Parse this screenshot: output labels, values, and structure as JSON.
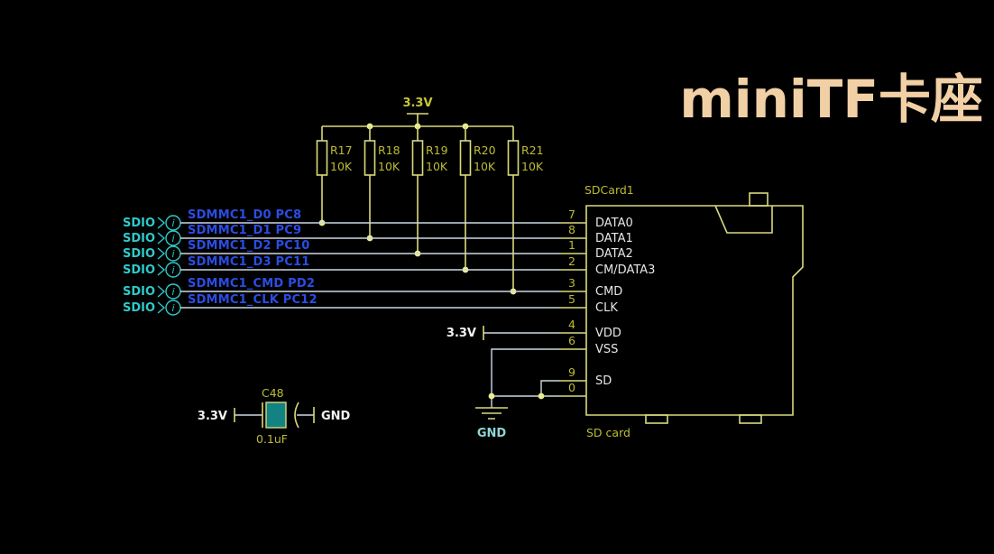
{
  "title": "miniTF卡座",
  "port_symbol": "i",
  "colors": {
    "background": "#000000",
    "component_yellow": "#dada7c",
    "net_label_blue": "#2b4de2",
    "port_teal": "#2fc9c9",
    "designator_olive": "#bcbc34",
    "title_wheat": "#f2d0a6"
  },
  "power": {
    "rail_label": "3.3V",
    "vdd_label": "3.3V",
    "gnd_label": "GND"
  },
  "resistors": [
    {
      "ref": "R17",
      "value": "10K"
    },
    {
      "ref": "R18",
      "value": "10K"
    },
    {
      "ref": "R19",
      "value": "10K"
    },
    {
      "ref": "R20",
      "value": "10K"
    },
    {
      "ref": "R21",
      "value": "10K"
    }
  ],
  "ports": [
    {
      "label": "SDIO",
      "net": "SDMMC1_D0 PC8"
    },
    {
      "label": "SDIO",
      "net": "SDMMC1_D1 PC9"
    },
    {
      "label": "SDIO",
      "net": "SDMMC1_D2 PC10"
    },
    {
      "label": "SDIO",
      "net": "SDMMC1_D3 PC11"
    },
    {
      "label": "SDIO",
      "net": "SDMMC1_CMD PD2"
    },
    {
      "label": "SDIO",
      "net": "SDMMC1_CLK PC12"
    }
  ],
  "sdcard": {
    "designator": "SDCard1",
    "comment": "SD card",
    "pins": [
      {
        "num": "7",
        "name": "DATA0"
      },
      {
        "num": "8",
        "name": "DATA1"
      },
      {
        "num": "1",
        "name": "DATA2"
      },
      {
        "num": "2",
        "name": "CM/DATA3"
      },
      {
        "num": "3",
        "name": "CMD"
      },
      {
        "num": "5",
        "name": "CLK"
      },
      {
        "num": "4",
        "name": "VDD"
      },
      {
        "num": "6",
        "name": "VSS"
      },
      {
        "num": "9",
        "name": "SD"
      },
      {
        "num": "0",
        "name": ""
      }
    ]
  },
  "capacitor": {
    "ref": "C48",
    "value": "0.1uF",
    "power_label": "3.3V",
    "gnd_label": "GND"
  }
}
